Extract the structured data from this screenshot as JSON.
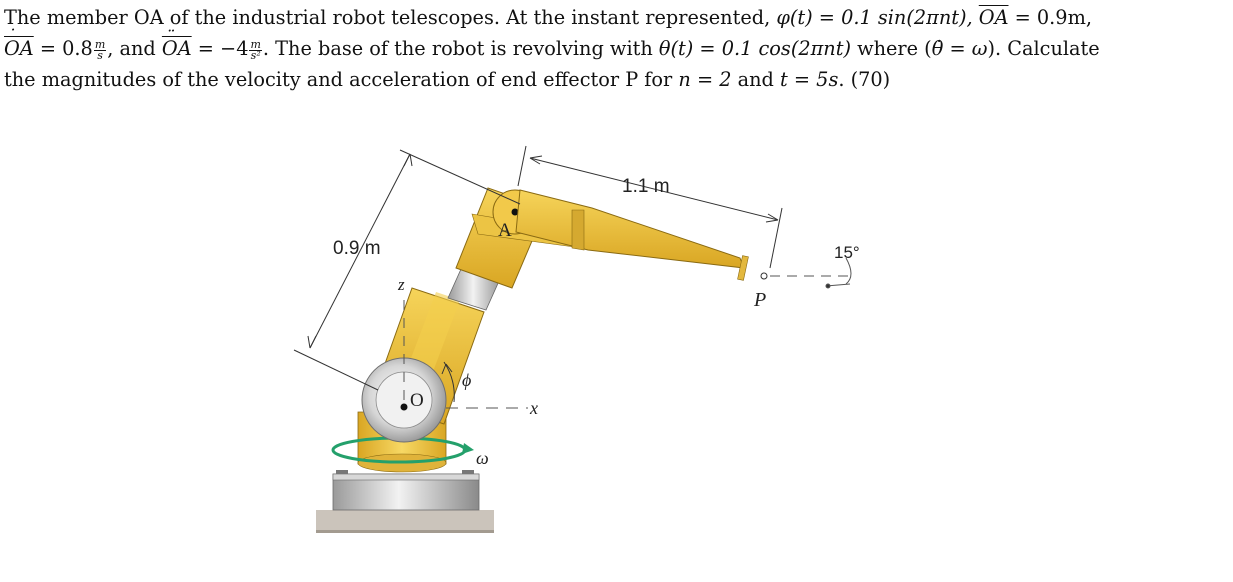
{
  "problem": {
    "line1": {
      "text_a": "The member OA of the industrial robot telescopes. At the instant represented, ",
      "phi_expr": "φ(t) = 0.1 sin(2πnt), ",
      "oa_sym": "OA",
      "oa_val": " = 0.9m,"
    },
    "line2": {
      "oa_dot_sym": "OA",
      "oa_dot_val": " = 0.8",
      "unit1_num": "m",
      "unit1_den": "s",
      "text_and": ", and ",
      "oa_ddot_sym": "OA",
      "oa_ddot_val": " = −4",
      "unit2_num": "m",
      "unit2_den": "s²",
      "text_b": ". The base of the robot is revolving with ",
      "theta_expr": "θ(t) = 0.1 cos(2πnt)",
      "text_c": " where (",
      "theta_dot": "θ̇ = ω",
      "text_d": "). Calculate"
    },
    "line3": {
      "text": "the magnitudes of the velocity and acceleration of end effector P for ",
      "n_expr": "n = 2",
      "text_and": " and ",
      "t_expr": "t = 5s",
      "text_end": ". (70)"
    }
  },
  "figure": {
    "dim_oa": "0.9 m",
    "dim_ap": "1.1 m",
    "angle_p": "15°",
    "label_A": "A",
    "label_O": "O",
    "label_P": "P",
    "label_z": "z",
    "label_x": "x",
    "label_phi": "ϕ",
    "label_omega": "ω"
  }
}
